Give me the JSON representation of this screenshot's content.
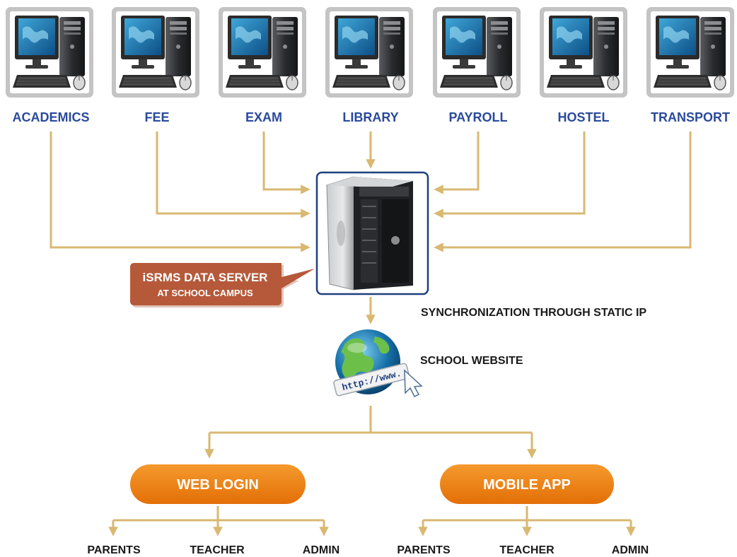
{
  "modules": [
    {
      "label": "ACADEMICS",
      "icon": "desktop-computer-icon"
    },
    {
      "label": "FEE",
      "icon": "desktop-computer-icon"
    },
    {
      "label": "EXAM",
      "icon": "desktop-computer-icon"
    },
    {
      "label": "LIBRARY",
      "icon": "desktop-computer-icon"
    },
    {
      "label": "PAYROLL",
      "icon": "desktop-computer-icon"
    },
    {
      "label": "HOSTEL",
      "icon": "desktop-computer-icon"
    },
    {
      "label": "TRANSPORT",
      "icon": "desktop-computer-icon"
    }
  ],
  "server": {
    "icon": "tower-server-icon",
    "callout_title": "iSRMS DATA SERVER",
    "callout_subtitle": "AT SCHOOL CAMPUS"
  },
  "sync_label": "SYNCHRONIZATION THROUGH STATIC IP",
  "website": {
    "icon": "globe-www-icon",
    "globe_text": "http://www.",
    "label": "SCHOOL WEBSITE"
  },
  "access": [
    {
      "label": "WEB LOGIN",
      "users": [
        "PARENTS",
        "TEACHER",
        "ADMIN"
      ]
    },
    {
      "label": "MOBILE APP",
      "users": [
        "PARENTS",
        "TEACHER",
        "ADMIN"
      ]
    }
  ],
  "colors": {
    "connector": "#d9b872",
    "module_label": "#2a4a9c",
    "server_border": "#1f3f7f",
    "callout": "#b5593a",
    "pill": "#ee7d10",
    "text_dark": "#1a1a1a"
  }
}
